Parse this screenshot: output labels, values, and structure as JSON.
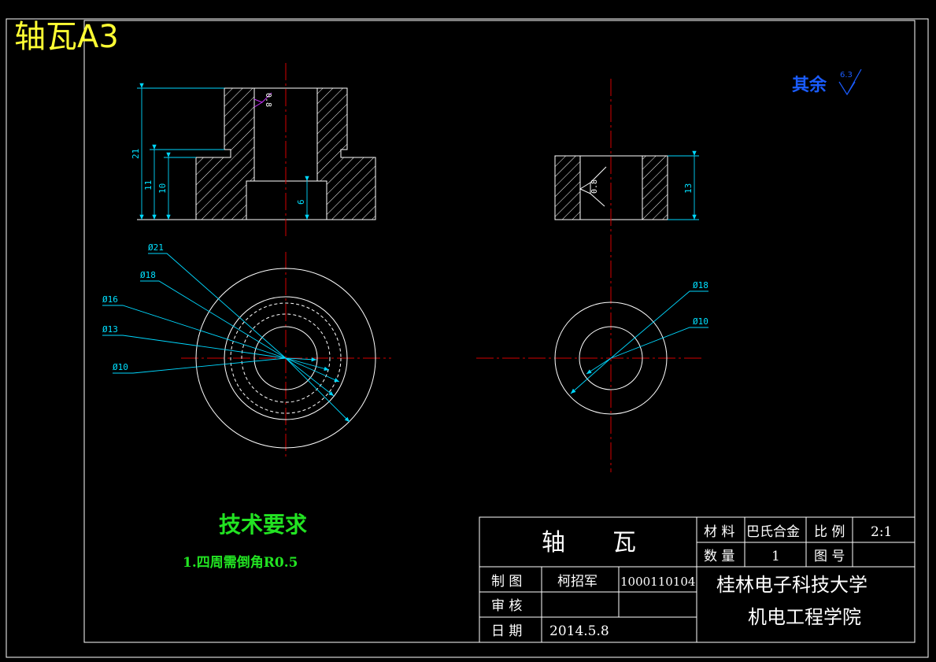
{
  "sheet_label": "轴瓦A3",
  "surface_note": {
    "text": "其余",
    "roughness": "6.3"
  },
  "front_view": {
    "dims": [
      "21",
      "11",
      "10",
      "6"
    ],
    "roughness": "0.8"
  },
  "side_view": {
    "dims": [
      "13"
    ],
    "roughness": "0.8"
  },
  "top_view_left": {
    "diameters": [
      "Ø21",
      "Ø18",
      "Ø16",
      "Ø13",
      "Ø10"
    ]
  },
  "top_view_right": {
    "diameters": [
      "Ø18",
      "Ø10"
    ]
  },
  "tech_requirements": {
    "title": "技术要求",
    "items": [
      "1.四周需倒角R0.5"
    ]
  },
  "title_block": {
    "part_name": "轴　　瓦",
    "material_label": "材 料",
    "material_value": "巴氏合金",
    "scale_label": "比 例",
    "scale_value": "2:1",
    "qty_label": "数 量",
    "qty_value": "1",
    "drawing_no_label": "图 号",
    "drawing_no_value": "",
    "drawn_label": "制 图",
    "drawn_by": "柯招军",
    "student_id": "1000110104",
    "checked_label": "审 核",
    "checked_by": "",
    "date_label": "日 期",
    "date_value": "2014.5.8",
    "university": "桂林电子科技大学",
    "school": "机电工程学院"
  }
}
